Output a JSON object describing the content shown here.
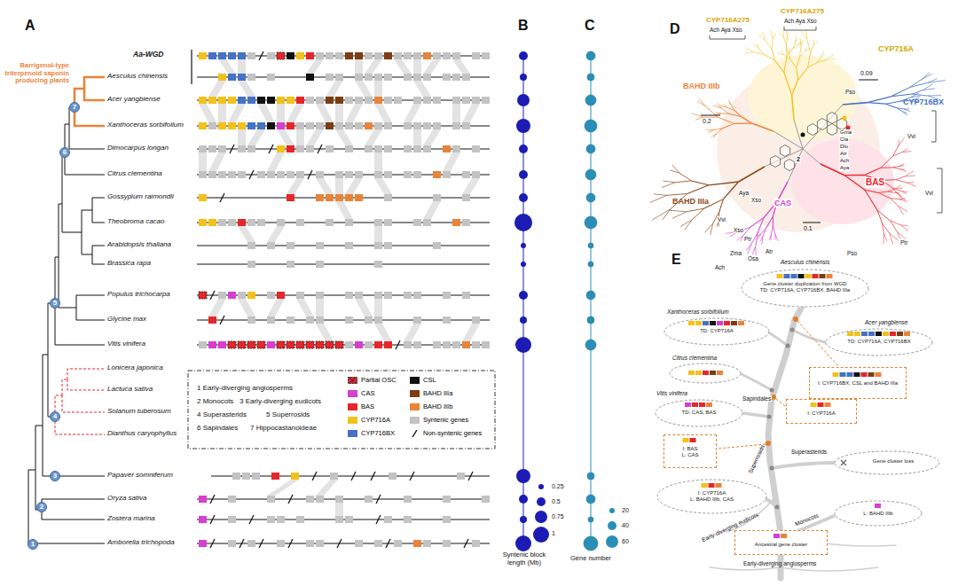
{
  "diagram": {
    "nodes": [
      {
        "text": [
          "7"
        ]
      },
      {
        "text": [
          "6"
        ]
      },
      {
        "text": [
          "5"
        ]
      },
      {
        "text": [
          "4"
        ]
      },
      {
        "text": [
          "3"
        ]
      },
      {
        "text": [
          "2"
        ]
      },
      {
        "text": [
          "1"
        ]
      },
      {
        "text": [
          "Gene cluster duplication from WGD",
          "TD: CYP716A, CYP716BX, BAHD IIIa"
        ]
      },
      {
        "text": [
          "TD: CYP716A"
        ]
      },
      {
        "text": [
          "TD: CYP716A, CYP716BX"
        ]
      },
      {
        "text": [
          "I: CYP716BX, CSL and BAHD IIIa"
        ]
      },
      {
        "text": [
          "TD: CAS, BAS"
        ]
      },
      {
        "text": [
          "I: CYP716A"
        ]
      },
      {
        "text": [
          "I: BAS",
          "L: CAS"
        ]
      },
      {
        "text": [
          "Gene cluster loss"
        ]
      },
      {
        "text": [
          "I: CYP716A",
          "L: BAHD IIIb, CAS"
        ]
      },
      {
        "text": [
          "L: BAHD IIIb"
        ]
      },
      {
        "text": [
          "Ancestral gene cluster"
        ]
      }
    ],
    "labels": [
      "A",
      "B",
      "C",
      "D",
      "E",
      "Aa-WGD",
      "Aesculus chinensis",
      "Acer yangbiense",
      "Xanthoceras sorbifolium",
      "Dimocarpus longan",
      "Citrus clementina",
      "Gossypium raimondii",
      "Theobroma cacao",
      "Arabidopsis thaliana",
      "Brassica rapa",
      "Populus trichocarpa",
      "Glycine max",
      "Vitis vinifera",
      "Lonicera japonica",
      "Lactuca sativa",
      "Solanum tuberosum",
      "Dianthus caryophyllus",
      "Papaver somniferum",
      "Oryza sativa",
      "Zostera marina",
      "Amborella trichopoda",
      "Barrigenol-type triterpenoid saponin producing plants",
      "1 Early-diverging angiosperms",
      "2 Monocots",
      "3 Early-diverging eudicots",
      "4 Superasterids",
      "5 Superrosids",
      "6 Sapindales",
      "7 Hippocastanoideae",
      "0.25",
      "0.5",
      "0.75",
      "1",
      "20",
      "40",
      "60",
      "Syntenic block length (Mb)",
      "Gene number",
      "CYP716A275",
      "Ach Aya Xso",
      "CYP716A275",
      "Ach Aya Xso",
      "CYP716A",
      "0.09",
      "CYP716BX",
      "Pso",
      "BAHD IIIb",
      "0.2",
      "BAHD IIIa",
      "Aya",
      "Xso",
      "Ach",
      "Vvi",
      "Gma",
      "Cla",
      "Dlo",
      "Atr",
      "Ach",
      "Aya",
      "BAS",
      "Vvi",
      "Pso",
      "Ptr",
      "CAS",
      "0.1",
      "Vvi",
      "Xso",
      "Ptr",
      "Zma",
      "Osa",
      "Atr",
      "2",
      "Aesculus chinensis",
      "Xanthoceras sorbifolium",
      "Acer yangbiense",
      "Citrus clementina",
      "Vitis vinifera",
      "Sapindales",
      "Superrosids",
      "Superasterids",
      "Early-diverging eudicots",
      "Monocots",
      "Early-diverging angiosperms"
    ],
    "legend": [
      {
        "text": "Partial OSC"
      },
      {
        "text": "CSL",
        "color": "#111111"
      },
      {
        "text": "CAS",
        "color": "#d63fd0"
      },
      {
        "text": "BAHD IIIa",
        "color": "#7a3d14"
      },
      {
        "text": "BAS",
        "color": "#e5262b"
      },
      {
        "text": "BAHD IIIb",
        "color": "#e8843a"
      },
      {
        "text": "CYP716A",
        "color": "#f2c21b"
      },
      {
        "text": "Syntenic genes",
        "color": "#c3c3c3"
      },
      {
        "text": "CYP716BX",
        "color": "#4472c4"
      },
      {
        "text": "Non-syntenic genes"
      }
    ]
  }
}
